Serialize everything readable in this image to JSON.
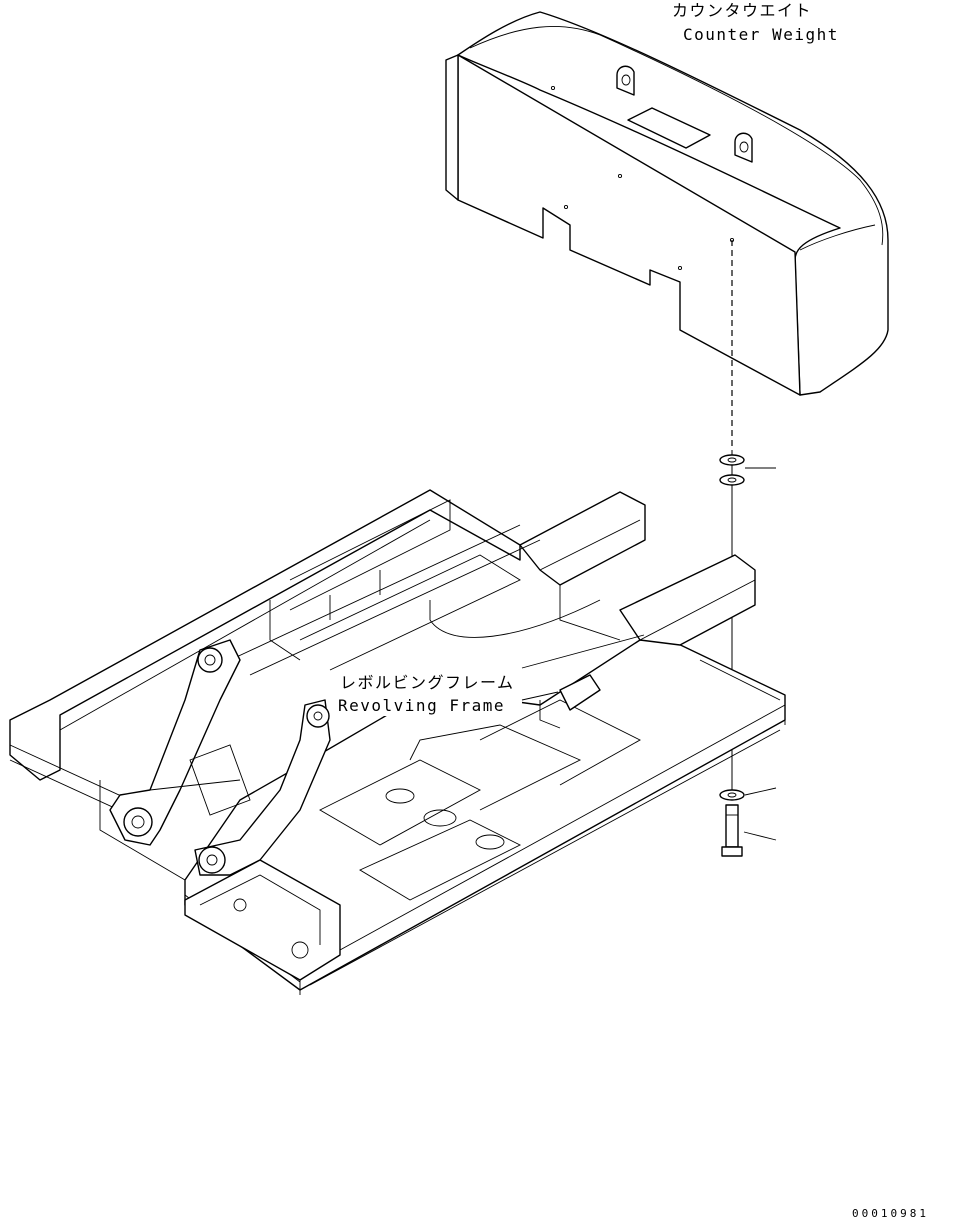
{
  "labels": {
    "counterweight_jp": "カウンタウエイト",
    "counterweight_en": "Counter Weight",
    "frame_jp": "レボルビングフレーム",
    "frame_en": "Revolving Frame",
    "drawing_code": "00010981"
  }
}
